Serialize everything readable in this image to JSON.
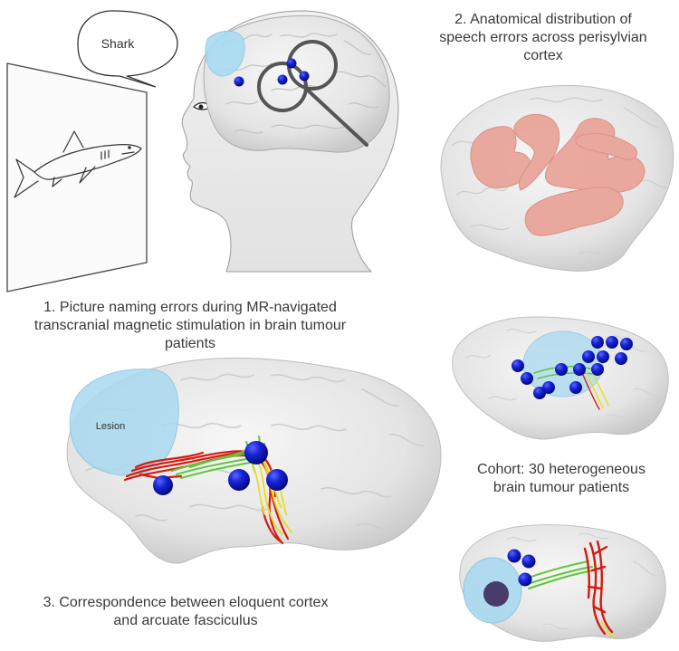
{
  "speech_bubble": {
    "text": "Shark"
  },
  "lesion_label": "Lesion",
  "captions": {
    "step1": {
      "line1": "1. Picture naming errors during MR-navigated",
      "line2": "transcranial magnetic stimulation in brain tumour patients"
    },
    "step2": {
      "line1": "2. Anatomical distribution of",
      "line2": "speech errors across perisylvian",
      "line3": "cortex"
    },
    "step3": {
      "line1": "3. Correspondence between eloquent cortex",
      "line2": "and arcuate fasciculus"
    },
    "cohort": {
      "line1": "Cohort: 30 heterogeneous",
      "line2": "brain tumour patients"
    }
  },
  "colors": {
    "stimulation_site": "#0a14c8",
    "lesion": "#a9d9f0",
    "speech_region": "#e9a397",
    "tract_red": "#d41a10",
    "tract_green": "#5fc63a",
    "tract_yellow": "#e8dd20",
    "brain_surface": "#e6e6e6",
    "coil": "#555555"
  }
}
